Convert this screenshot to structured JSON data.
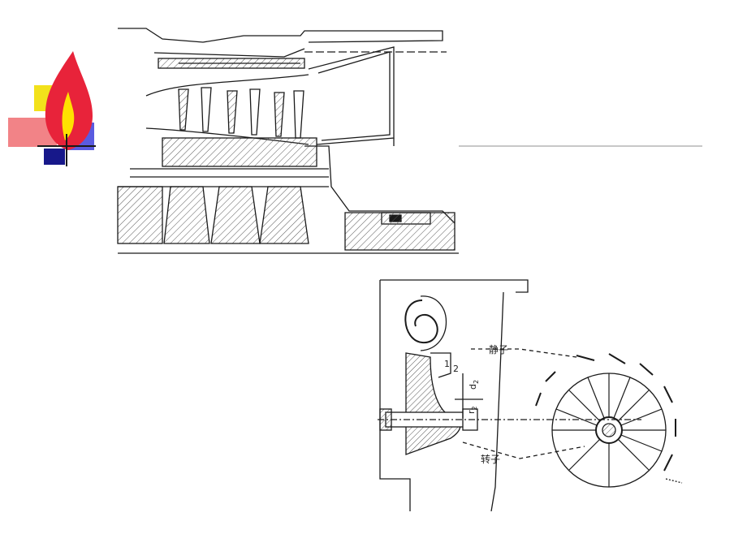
{
  "labels": {
    "stator": "静子",
    "rotor": "转子",
    "station_1": "1",
    "station_2": "2",
    "dim_d": "d",
    "dim_d_sub": "2",
    "dim_r": "r",
    "dim_r_sub": "2"
  },
  "colors": {
    "flame_red": "#e8233a",
    "flame_yellow": "#ffe100",
    "block_yellow": "#f2e11b",
    "block_pink": "#f06d72",
    "block_blue": "#3d3fbe",
    "block_navy": "#17188a",
    "line": "#1a1a1a",
    "hatch": "#555555"
  },
  "icons": {
    "logo": "flame-icon"
  }
}
